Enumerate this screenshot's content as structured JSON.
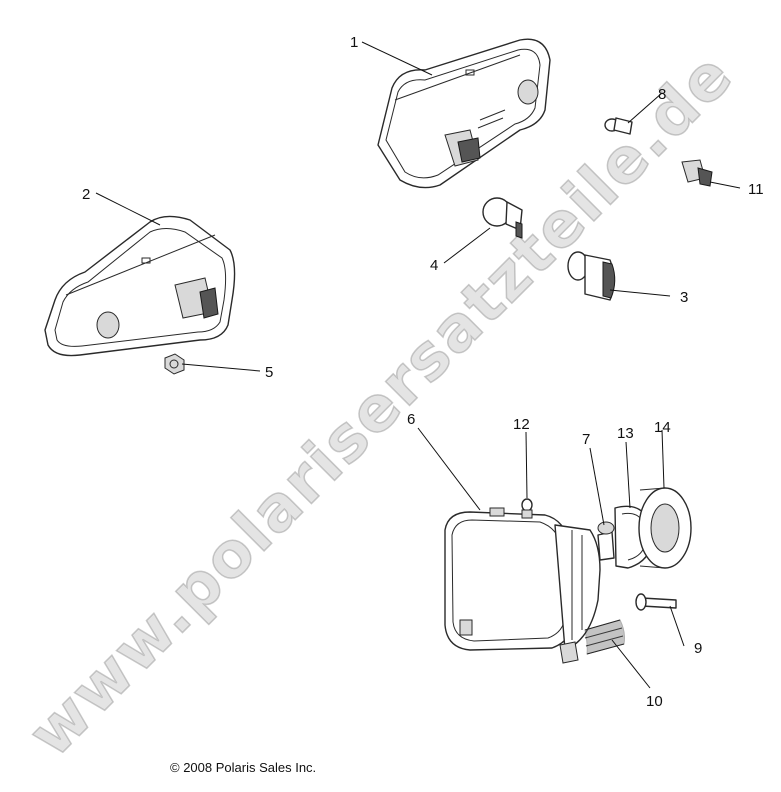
{
  "watermark": "www.polarisersatzteile.de",
  "copyright": "© 2008 Polaris Sales Inc.",
  "callouts": [
    "1",
    "2",
    "3",
    "4",
    "5",
    "6",
    "7",
    "8",
    "9",
    "10",
    "11",
    "12",
    "13",
    "14"
  ],
  "colors": {
    "ink": "#2a2a2a",
    "watermark": "#cdcdcd"
  }
}
